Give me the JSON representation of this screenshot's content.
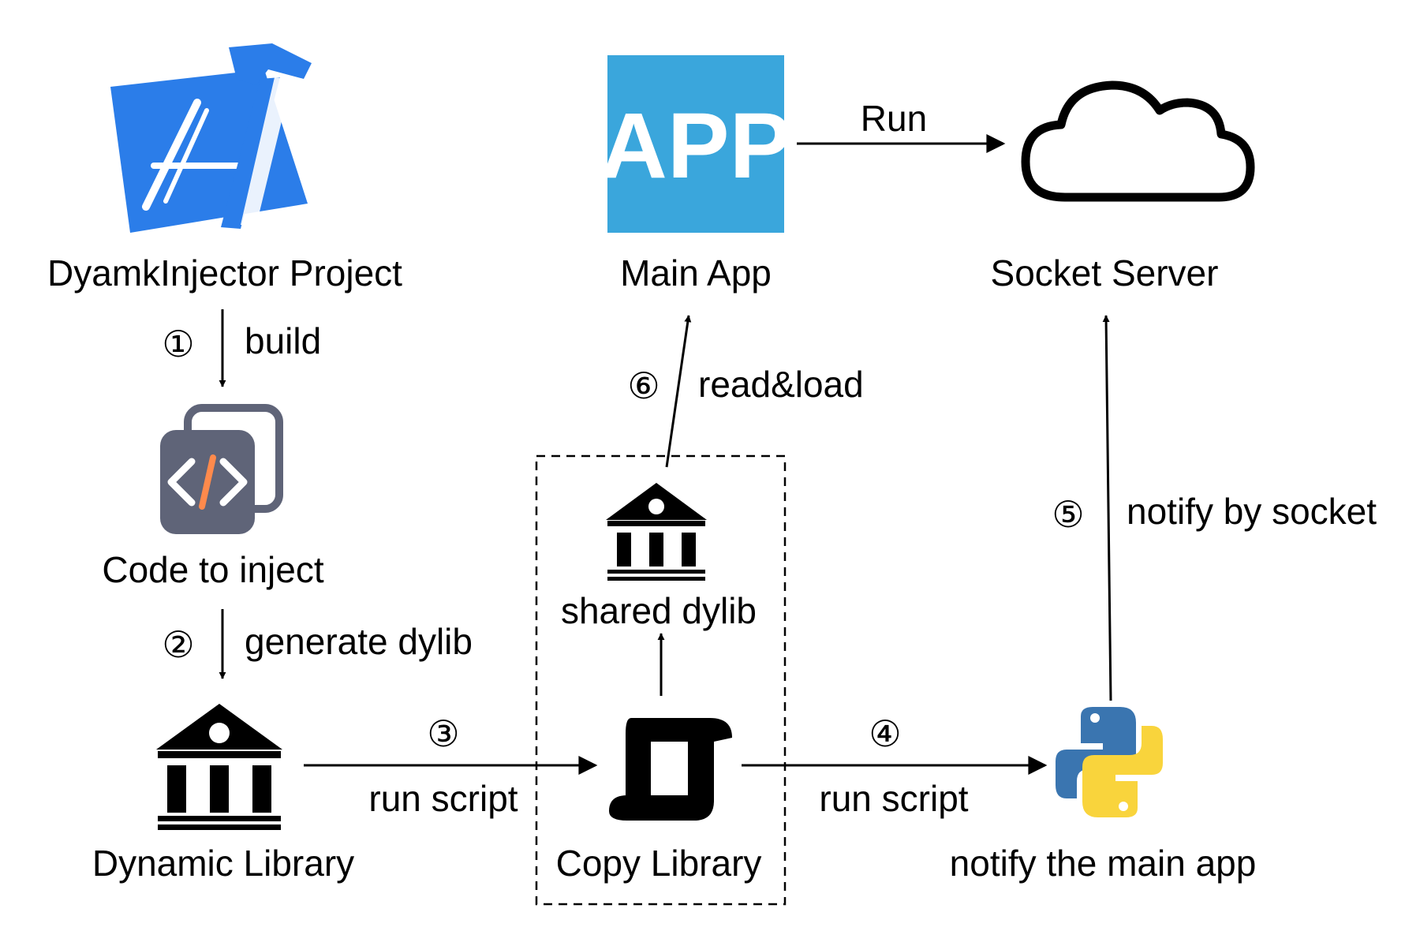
{
  "nodes": {
    "project": {
      "label": "DyamkInjector Project"
    },
    "code": {
      "label": "Code to inject"
    },
    "dynamic_library": {
      "label": "Dynamic Library"
    },
    "main_app": {
      "label": "Main App",
      "icon_text": "APP"
    },
    "socket_server": {
      "label": "Socket Server"
    },
    "shared_dylib": {
      "label": "shared dylib"
    },
    "copy_library": {
      "label": "Copy Library"
    },
    "notify_app": {
      "label": "notify the main app"
    }
  },
  "steps": {
    "s1": {
      "number": "①",
      "label": "build"
    },
    "s2": {
      "number": "②",
      "label": "generate dylib"
    },
    "s3": {
      "number": "③",
      "label": "run script"
    },
    "s4": {
      "number": "④",
      "label": "run script"
    },
    "s5": {
      "number": "⑤",
      "label": "notify by socket"
    },
    "s6": {
      "number": "⑥",
      "label": "read&load"
    },
    "run": {
      "label": "Run"
    }
  },
  "colors": {
    "xcode_blue": "#2b7de9",
    "app_blue": "#3aa6dc",
    "code_icon_gray": "#5f6478",
    "code_slash": "#ff8a4c",
    "python_blue": "#3a75b0",
    "python_yellow": "#f9d43c"
  }
}
